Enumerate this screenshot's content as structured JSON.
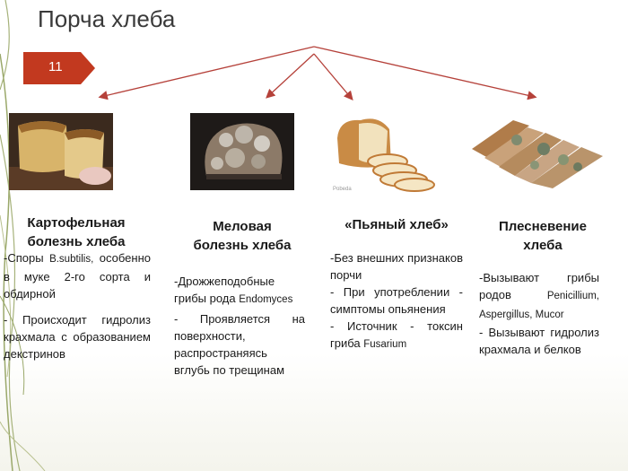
{
  "slide": {
    "title": "Порча хлеба",
    "slide_number": "11"
  },
  "image_caption": "Pobeda",
  "columns": [
    {
      "title_line1": "Картофельная",
      "title_line2": "болезнь хлеба",
      "item1_a": "-Споры ",
      "item1_b": "B.subtilis,",
      "item1_c": " особенно в муке 2-го сорта и обдирной",
      "item2": "- Происходит гидролиз крахмала с образованием декстринов"
    },
    {
      "title_line1": "Меловая",
      "title_line2": "болезнь хлеба",
      "item1_a": "-Дрожжеподобные грибы рода ",
      "item1_b": "Endomyces",
      "item2": "- Проявляется на поверхности, распространяясь вглубь по трещинам"
    },
    {
      "title_line1": "«Пьяный хлеб»",
      "item1": "-Без внешних признаков порчи",
      "item2": "- При употреблении - симптомы опьянения",
      "item3_a": "- Источник - токсин гриба ",
      "item3_b": "Fusarium"
    },
    {
      "title_line1": "Плесневение",
      "title_line2": "хлеба",
      "item1_a": "-Вызывают грибы родов ",
      "item1_b": "Penicillium, Aspergillus, Mucor",
      "item2": "- Вызывают гидролиз крахмала и белков"
    }
  ],
  "colors": {
    "accent": "#c2391f",
    "arrow": "#b5413a",
    "green_stem": "#9aa86a"
  }
}
